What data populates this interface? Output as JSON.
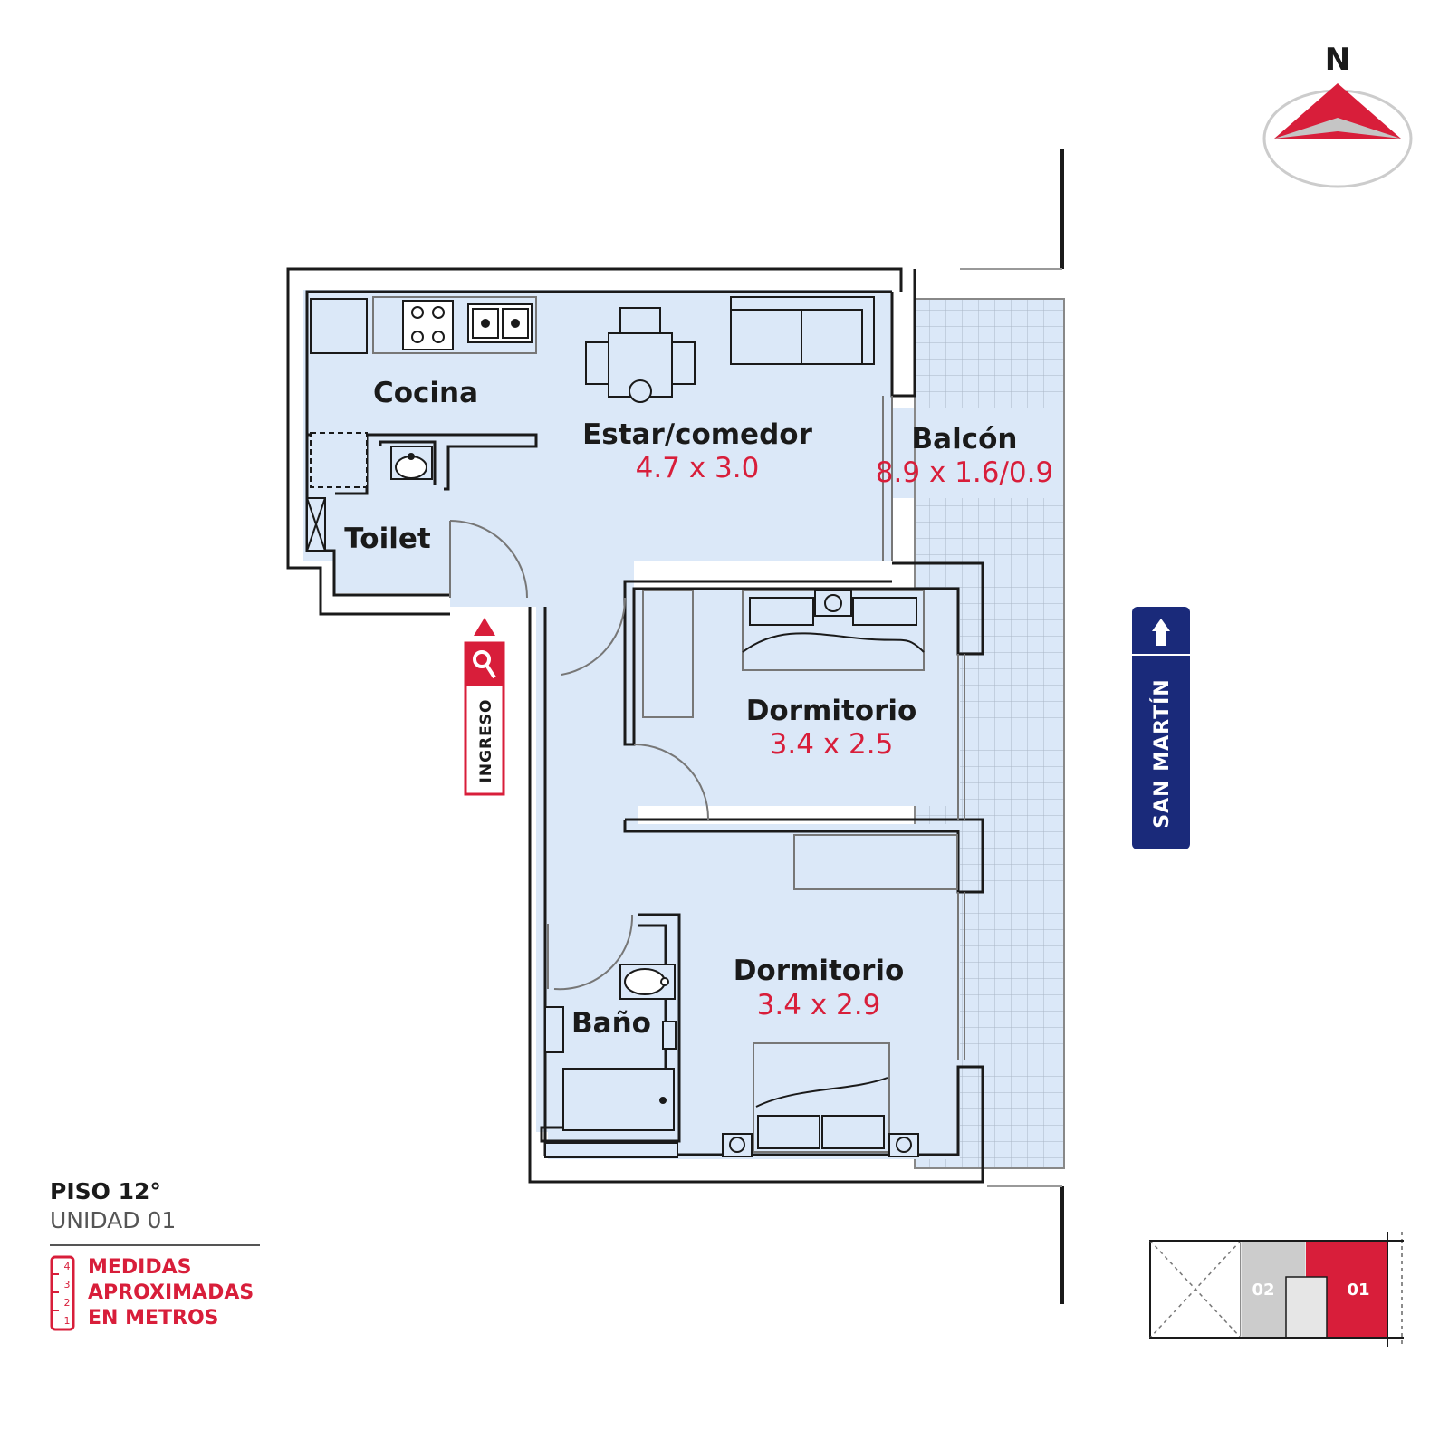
{
  "compass": {
    "label": "N"
  },
  "rooms": {
    "cocina": {
      "label": "Cocina"
    },
    "estar": {
      "label": "Estar/comedor",
      "dims": "4.7 x 3.0"
    },
    "balcon": {
      "label": "Balcón",
      "dims": "8.9 x 1.6/0.9"
    },
    "toilet": {
      "label": "Toilet"
    },
    "dormitorio1": {
      "label": "Dormitorio",
      "dims": "3.4 x 2.5"
    },
    "dormitorio2": {
      "label": "Dormitorio",
      "dims": "3.4 x 2.9"
    },
    "bano": {
      "label": "Baño"
    }
  },
  "entrance": {
    "label": "INGRESO"
  },
  "street": {
    "label": "SAN MARTÍN"
  },
  "info": {
    "floor": "PISO 12°",
    "unit": "UNIDAD 01",
    "measure_lines": [
      "MEDIDAS",
      "APROXIMADAS",
      "EN METROS"
    ],
    "ruler_ticks": [
      "4",
      "3",
      "2",
      "1"
    ]
  },
  "keyplan": {
    "units": [
      "02",
      "01"
    ]
  },
  "colors": {
    "accent": "#d81e3a",
    "room_fill": "#dbe8f8",
    "street_badge": "#1a2a7a",
    "wall": "#1a1a1a"
  }
}
